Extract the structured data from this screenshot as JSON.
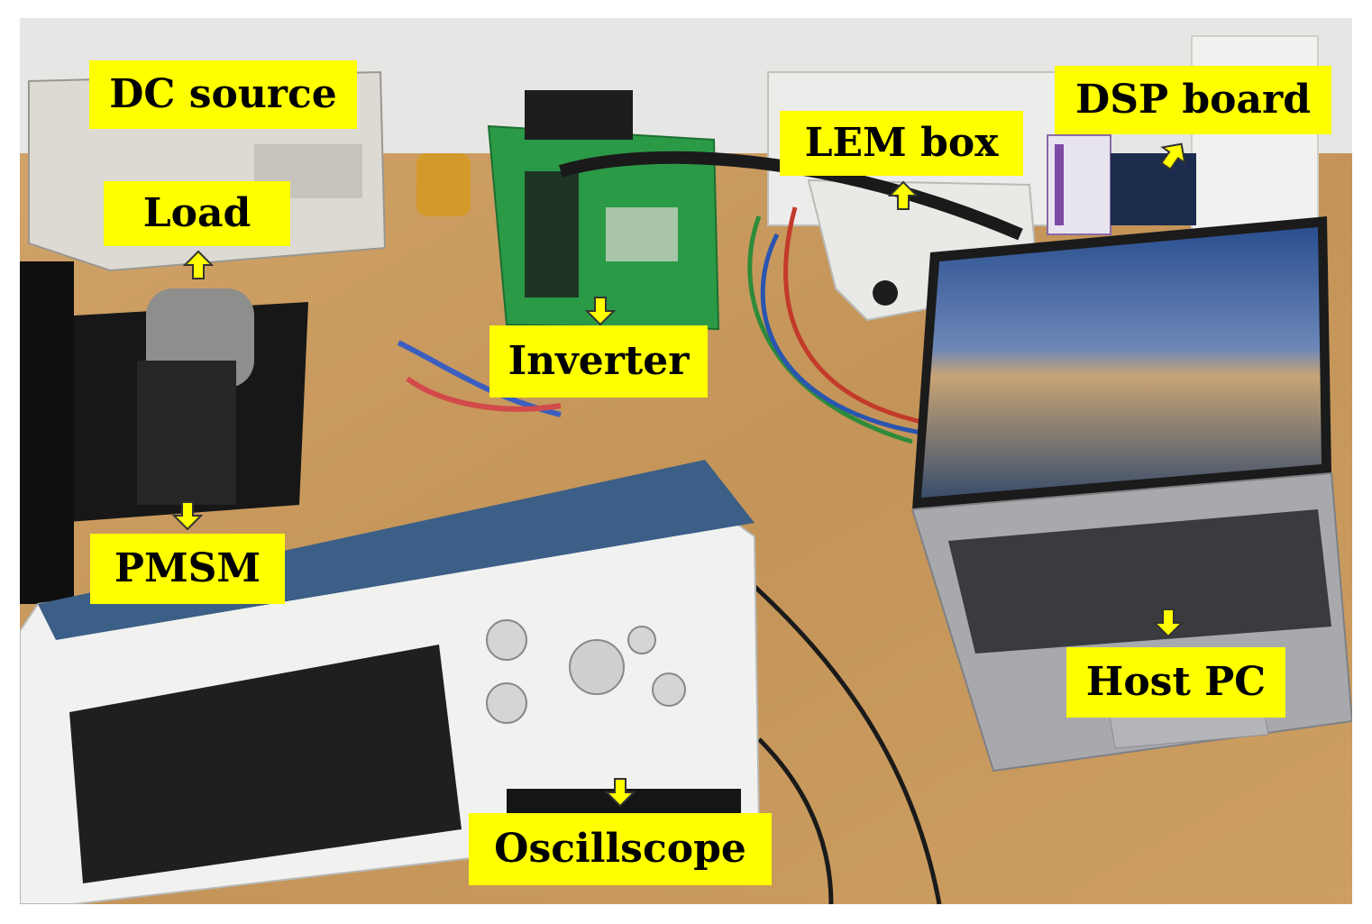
{
  "labels": {
    "dc_source": "DC source",
    "load": "Load",
    "inverter": "Inverter",
    "lem_box": "LEM box",
    "dsp_board": "DSP board",
    "pmsm": "PMSM",
    "oscilloscope": "Oscillscope",
    "host_pc": "Host PC"
  },
  "colors": {
    "label_background": "#ffff00",
    "arrow_fill": "#ffff00",
    "arrow_stroke": "#333333",
    "table": "#c89a5e",
    "wall": "#e6e6e4"
  },
  "icons": {
    "arrow_up": "arrow-up-icon",
    "arrow_down": "arrow-down-icon"
  }
}
